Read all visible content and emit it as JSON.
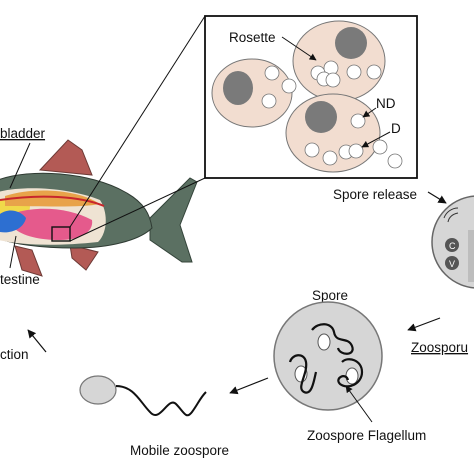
{
  "labels": {
    "rosette": "Rosette",
    "nd": "ND",
    "d": "D",
    "spore_release": "Spore release",
    "swimbladder": "bladder",
    "intestine": "testine",
    "infection": "ction",
    "spore": "Spore",
    "zoosporulation": "Zoosporu",
    "mobile_zoospore": "Mobile zoospore",
    "zoospore_flagellum": "Zoospore Flagellum",
    "cell_c": "C",
    "cell_v": "V"
  },
  "colors": {
    "cyst_fill": "#f2ddd0",
    "nucleus": "#7a7a7a",
    "spore_gray": "#d2d2d2",
    "fish_green": "#5b7062",
    "fin_red": "#b35a55",
    "swimbladder_orange": "#e8a34a",
    "gut_pink": "#e55a8c",
    "blue_organ": "#2d6fd1",
    "yellow_organ": "#f0d94a"
  }
}
